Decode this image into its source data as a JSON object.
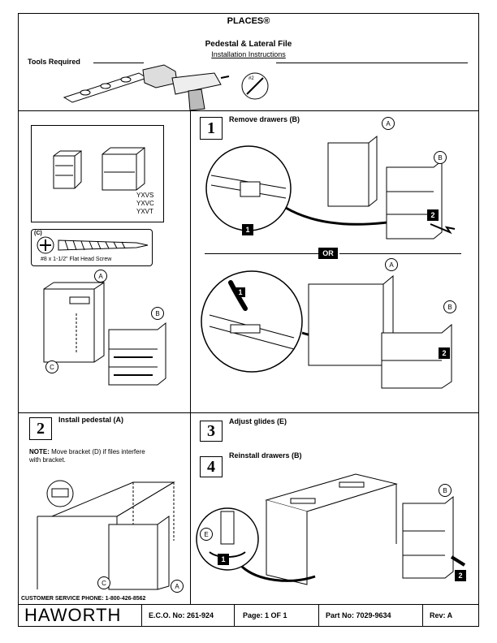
{
  "header": {
    "brand": "PLACES®",
    "title": "Pedestal & Lateral File",
    "subtitle": "Installation Instructions"
  },
  "tools": {
    "label": "Tools Required",
    "bit_label": "#2"
  },
  "parts": {
    "models": [
      "YXVS",
      "YXVC",
      "YXVT"
    ],
    "screw_ref": "(C)",
    "screw_desc": "#8 x 1-1/2\" Flat Head Screw"
  },
  "callouts": {
    "a": "A",
    "b": "B",
    "c": "C",
    "e": "E"
  },
  "step1": {
    "number": "1",
    "title": "Remove drawers (B)",
    "or_label": "OR",
    "badge1": "1",
    "badge2": "2"
  },
  "step2": {
    "number": "2",
    "title": "Install pedestal (A)",
    "note_label": "NOTE:",
    "note_text": "Move bracket (D) if files interfere with bracket."
  },
  "step3": {
    "number": "3",
    "title": "Adjust glides (E)"
  },
  "step4": {
    "number": "4",
    "title": "Reinstall drawers (B)",
    "badge1": "1",
    "badge2": "2"
  },
  "footer": {
    "phone": "CUSTOMER SERVICE PHONE: 1-800-426-8562",
    "logo": "HAWORTH",
    "eco": "E.C.O. No: 261-924",
    "page": "Page: 1 OF 1",
    "part": "Part No: 7029-9634",
    "rev": "Rev: A"
  },
  "icons": [
    "hex-wrench-icon",
    "cordless-drill-icon",
    "phillips-bit-icon",
    "screw-icon",
    "arrow-icon"
  ]
}
